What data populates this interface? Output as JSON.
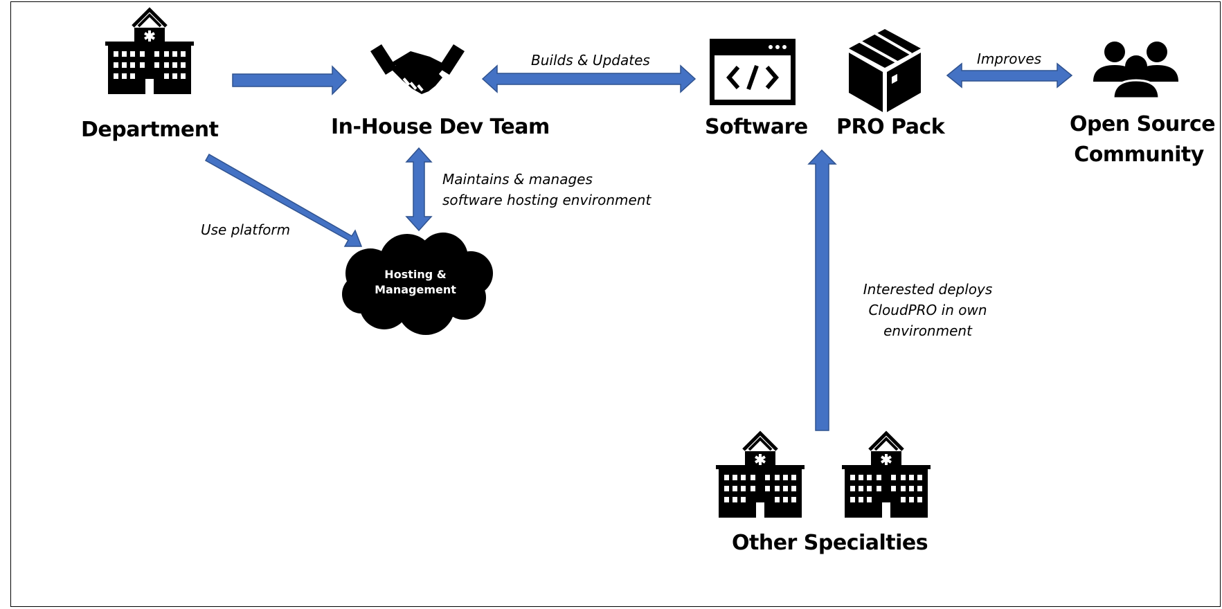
{
  "nodes": {
    "department": "Department",
    "dev_team": "In-House Dev Team",
    "software": "Software",
    "pro_pack": "PRO Pack",
    "community_line1": "Open Source",
    "community_line2": "Community",
    "hosting": "Hosting &\nManagement",
    "other_specialties": "Other Specialties"
  },
  "edges": {
    "builds_updates": "Builds & Updates",
    "improves": "Improves",
    "maintains_line1": "Maintains & manages",
    "maintains_line2": "software hosting environment",
    "use_platform": "Use platform",
    "deploys_line1": "Interested deploys",
    "deploys_line2": "CloudPRO in own",
    "deploys_line3": "environment"
  },
  "icons": [
    "hospital-icon",
    "handshake-icon",
    "code-window-icon",
    "box-icon",
    "people-icon",
    "cloud-icon"
  ],
  "colors": {
    "arrow": "#4472C4",
    "arrow_stroke": "#2F528F",
    "icon": "#000000"
  }
}
